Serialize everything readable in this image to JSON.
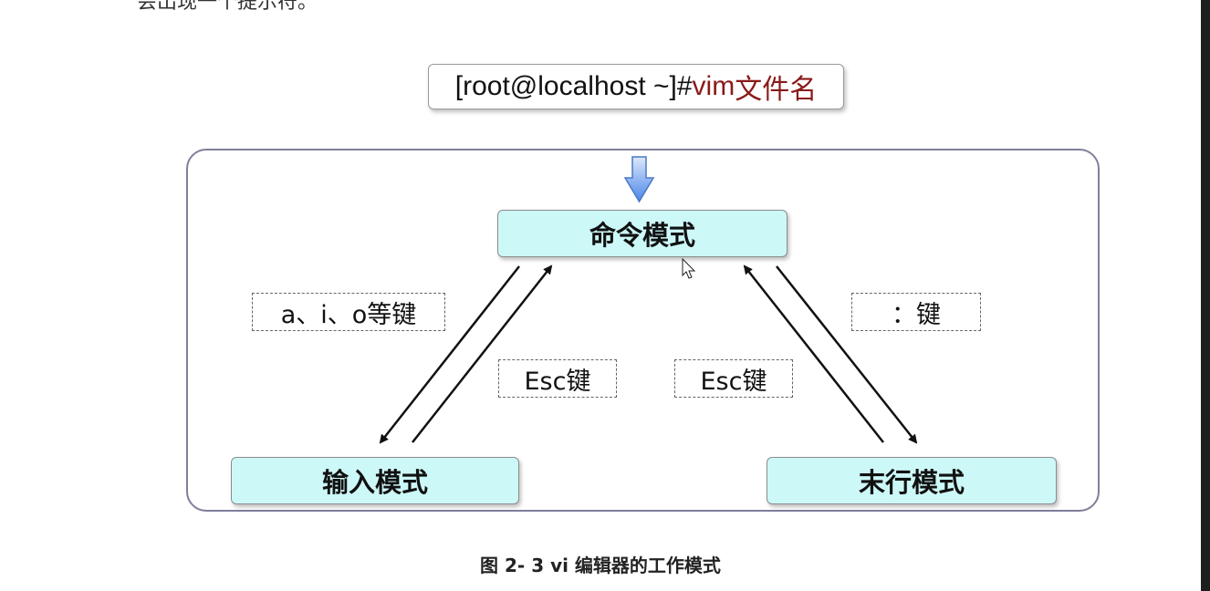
{
  "top_text": "会出现一个提示符。",
  "command": {
    "prompt": "[root@localhost ~]# ",
    "vim": "vim",
    "filename": " 文件名"
  },
  "modes": {
    "command": "命令模式",
    "input": "输入模式",
    "last_line": "末行模式"
  },
  "keys": {
    "aio": "a、i、o等键",
    "esc_left": "Esc键",
    "esc_right": "Esc键",
    "colon": "：键"
  },
  "caption": "图 2- 3 vi 编辑器的工作模式",
  "colors": {
    "mode_fill": "#cdf8f8",
    "vim_text": "#8a1a1a",
    "frame_border": "#7f7f9b",
    "entry_arrow": "#5a8ee8"
  }
}
